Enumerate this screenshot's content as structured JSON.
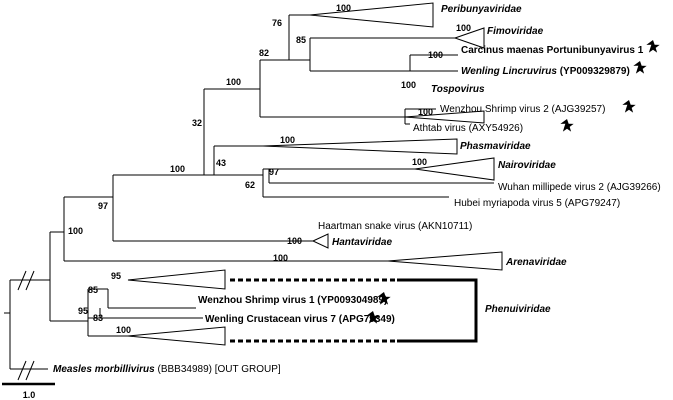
{
  "taxa": {
    "peribunyaviridae": "Peribunyaviridae",
    "fimoviridae": "Fimoviridae",
    "carcinus": "Carcinus maenas Portunibunyavirus 1",
    "wenling_linc_name": "Wenling Lincruvirus",
    "wenling_linc_acc": " (YP009329879)",
    "tospovirus": "Tospovirus",
    "wenzhou2": "Wenzhou Shrimp virus 2 (AJG39257)",
    "athtab": "Athtab virus (AXY54926)",
    "phasmaviridae": "Phasmaviridae",
    "nairoviridae": "Nairoviridae",
    "wuhan": "Wuhan millipede virus 2 (AJG39266)",
    "hubei": "Hubei myriapoda virus 5 (APG79247)",
    "haartman": "Haartman snake virus (AKN10711)",
    "hantaviridae": "Hantaviridae",
    "arenaviridae": "Arenaviridae",
    "wenzhou1": "Wenzhou Shrimp virus 1 (YP009304989)",
    "wenling_crust": "Wenling Crustacean virus 7 (APG79349)",
    "phenuiviridae": "Phenuiviridae",
    "measles_name": "Measles morbillivirus",
    "measles_acc": " (BBB34989) [OUT GROUP]"
  },
  "bootstrap": {
    "b_peri": "100",
    "b_fimo": "100",
    "b_carcinus": "100",
    "b_76": "76",
    "b_85_top": "85",
    "b_82": "82",
    "b_tospo": "100",
    "b_wz2": "100",
    "b_100_big": "100",
    "b_32": "32",
    "b_phasma": "100",
    "b_nairo": "100",
    "b_97_inner": "97",
    "b_62": "62",
    "b_43": "43",
    "b_100_main": "100",
    "b_97": "97",
    "b_hanta": "100",
    "b_100_outer": "100",
    "b_arena": "100",
    "b_95_top": "95",
    "b_85": "85",
    "b_83": "83",
    "b_95": "95",
    "b_100_bottom": "100"
  },
  "scale_label": "1.0",
  "marked_icon": "star-icon"
}
